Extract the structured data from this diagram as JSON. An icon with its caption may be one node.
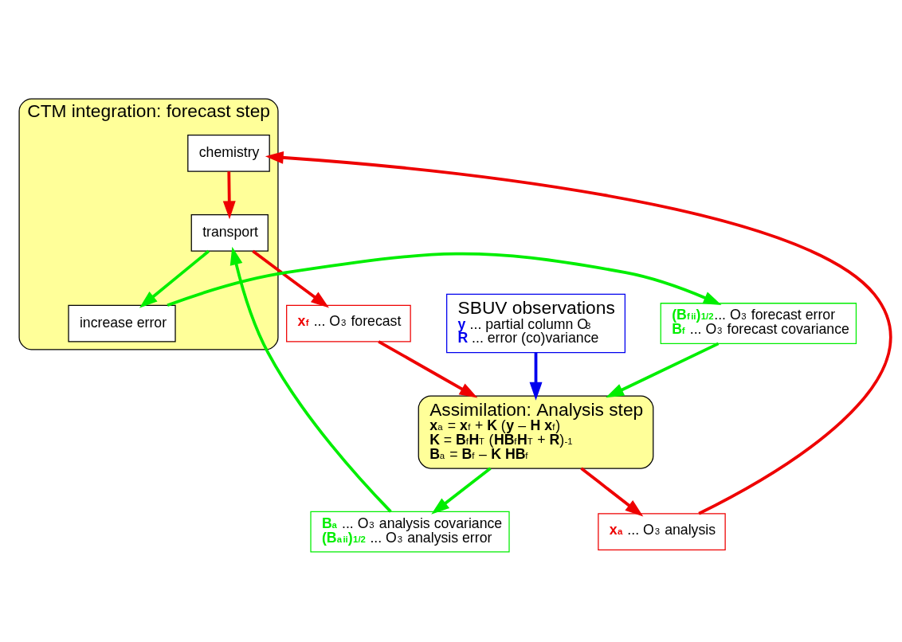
{
  "diagram": {
    "nodes": [
      {
        "text": [
          "CTM integration: forecast step"
        ]
      },
      {
        "text": [
          "transport"
        ],
        "in": 0
      },
      {
        "text": [
          "increase error"
        ],
        "in": 0
      },
      {
        "text": [
          "chemistry"
        ],
        "in": 0
      },
      {
        "text": [
          "SBUV observations",
          "**y** ... partial column O$_{3}$",
          "**R** ... error (co)variance"
        ]
      },
      {
        "text": [
          "**(B$^{f}$$_{ii}$)$^{1/2}$**... O$_{3}$ forecast error",
          "**B$^{f}$** ... O$_{3}$ forecast covariance"
        ]
      },
      {
        "text": [
          "**x$^{f}$** ... O$_{3}$ forecast"
        ]
      },
      {
        "text": [
          "Assimilation: Analysis step",
          "**x**$^{a}$ = **x**$^{f}$ + **K** (**y** – **H x**$^{f}$)",
          "**K** = **B**$^{f}$**H**$^{T}$ (**HB**$^{f}$**H**$^{T}$ + **R**)$^{-1}$",
          "**B**$^{a}$ = **B**$^{f}$ – **K HB**$^{f}$"
        ]
      },
      {
        "text": [
          "**x$^{a}$** ... O$_{3}$ analysis"
        ]
      },
      {
        "text": [
          "**B$^{a}$** ... O$_{3}$ analysis covariance",
          "**(B$^{a}$$_{ii}$)$^{1/2}$** ... O$_{3}$ analysis error"
        ]
      }
    ],
    "edges": [
      {
        "from": 1,
        "to": 2,
        "arrow": "to",
        "color": "#00ee00"
      },
      {
        "from": 2,
        "to": 5,
        "arrow": "to",
        "color": "#00ee00"
      },
      {
        "from": 1,
        "to": 6,
        "arrow": "to",
        "color": "#ee0000"
      },
      {
        "from": 5,
        "to": 7,
        "arrow": "to",
        "color": "#00ee00"
      },
      {
        "from": 4,
        "to": 7,
        "arrow": "to",
        "color": "#0000ee"
      },
      {
        "from": 6,
        "to": 7,
        "arrow": "to",
        "color": "#ee0000"
      },
      {
        "from": 7,
        "to": 8,
        "arrow": "to",
        "color": "#ee0000"
      },
      {
        "from": 8,
        "to": 3,
        "arrow": "to",
        "color": "#ee0000"
      },
      {
        "from": 7,
        "to": 9,
        "arrow": "to",
        "color": "#00ee00"
      },
      {
        "from": 3,
        "to": 1,
        "arrow": "to",
        "color": "#ee0000"
      },
      {
        "from": 9,
        "to": 1,
        "arrow": "to",
        "color": "#00ee00"
      }
    ]
  }
}
